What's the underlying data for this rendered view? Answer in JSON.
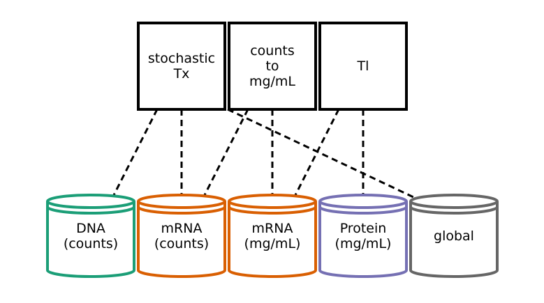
{
  "processes": [
    {
      "id": "stochastic-tx",
      "lines": [
        "stochastic",
        "Tx"
      ]
    },
    {
      "id": "counts-to-mgml",
      "lines": [
        "counts",
        "to",
        "mg/mL"
      ]
    },
    {
      "id": "tl",
      "lines": [
        "Tl"
      ]
    }
  ],
  "stores": [
    {
      "id": "dna-counts",
      "lines": [
        "DNA",
        "(counts)"
      ],
      "color": "#1b9e77"
    },
    {
      "id": "mrna-counts",
      "lines": [
        "mRNA",
        "(counts)"
      ],
      "color": "#d95f02"
    },
    {
      "id": "mrna-mgml",
      "lines": [
        "mRNA",
        "(mg/mL)"
      ],
      "color": "#d95f02"
    },
    {
      "id": "protein-mgml",
      "lines": [
        "Protein",
        "(mg/mL)"
      ],
      "color": "#7570b3"
    },
    {
      "id": "global",
      "lines": [
        "global"
      ],
      "color": "#666666"
    }
  ],
  "links": [
    {
      "process": "stochastic-tx",
      "store": "dna-counts"
    },
    {
      "process": "stochastic-tx",
      "store": "mrna-counts"
    },
    {
      "process": "counts-to-mgml",
      "store": "mrna-counts"
    },
    {
      "process": "counts-to-mgml",
      "store": "mrna-mgml"
    },
    {
      "process": "counts-to-mgml",
      "store": "global"
    },
    {
      "process": "tl",
      "store": "mrna-mgml"
    },
    {
      "process": "tl",
      "store": "protein-mgml"
    }
  ]
}
